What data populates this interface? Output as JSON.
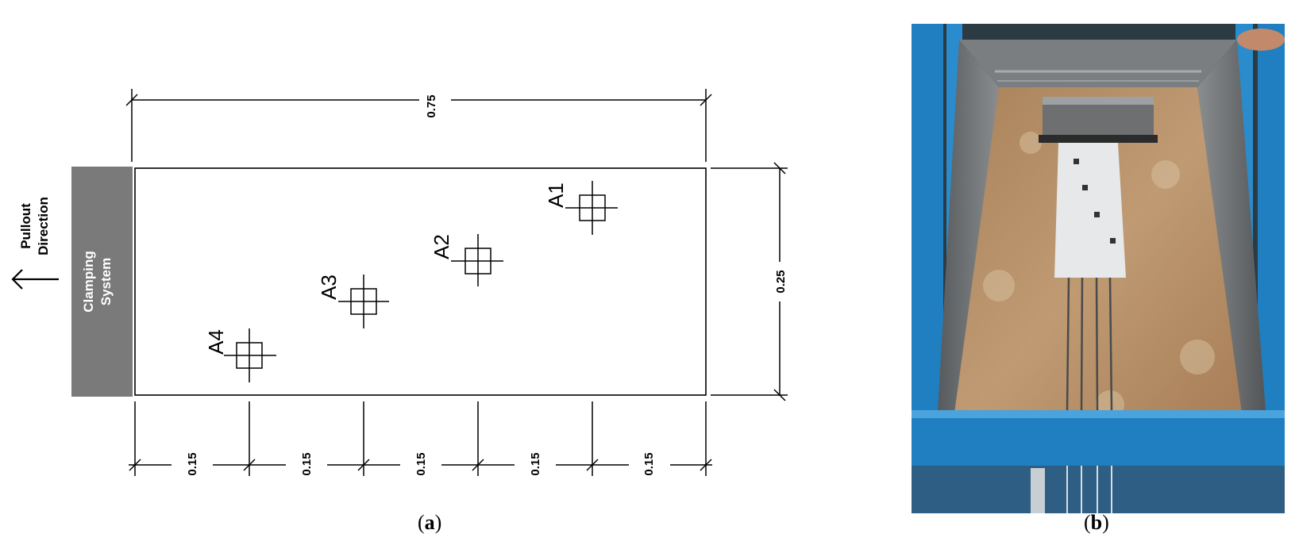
{
  "panel_a": {
    "caption_open": "(",
    "caption_letter": "a",
    "caption_close": ")",
    "overall_length": "0.75",
    "width_dim": "0.25",
    "spacing_dims": [
      "0.15",
      "0.15",
      "0.15",
      "0.15",
      "0.15"
    ],
    "clamping_line1": "Clamping",
    "clamping_line2": "System",
    "pullout_line1": "Pullout",
    "pullout_line2": "Direction",
    "anchors": [
      "A4",
      "A3",
      "A2",
      "A1"
    ],
    "colors": {
      "clamp_fill": "#7a7a7a",
      "line": "#000000"
    }
  },
  "panel_b": {
    "caption_open": "(",
    "caption_letter": "b",
    "caption_close": ")",
    "colors": {
      "box_blue": "#1f7fc0",
      "soil": "#b48a60",
      "geogrid": "#e6e8ea",
      "clamp_plate": "#6d6f70"
    }
  }
}
